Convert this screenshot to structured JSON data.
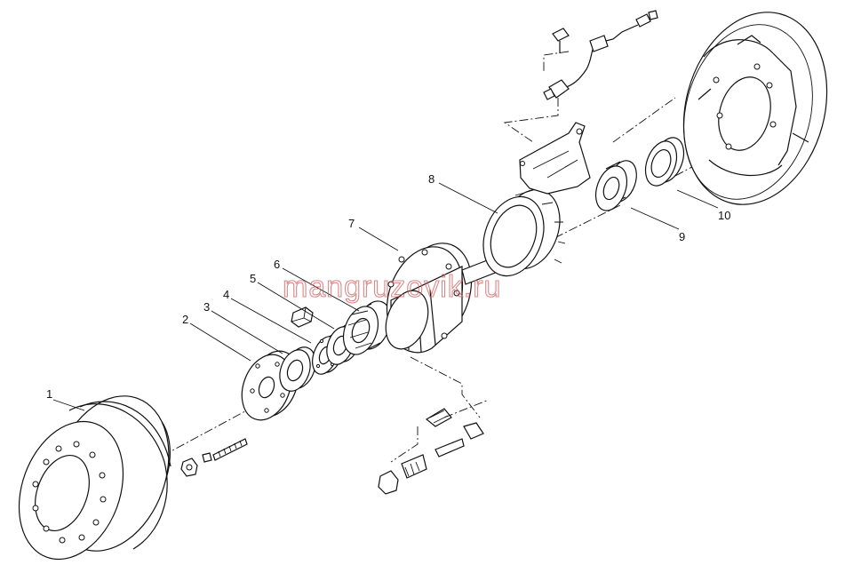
{
  "watermark": "mangruzovik.ru",
  "callouts": [
    {
      "id": "1",
      "text": "1"
    },
    {
      "id": "2",
      "text": "2"
    },
    {
      "id": "3",
      "text": "3"
    },
    {
      "id": "4",
      "text": "4"
    },
    {
      "id": "5",
      "text": "5"
    },
    {
      "id": "6",
      "text": "6"
    },
    {
      "id": "7",
      "text": "7"
    },
    {
      "id": "8",
      "text": "8"
    },
    {
      "id": "9",
      "text": "9"
    },
    {
      "id": "10",
      "text": "10"
    }
  ]
}
